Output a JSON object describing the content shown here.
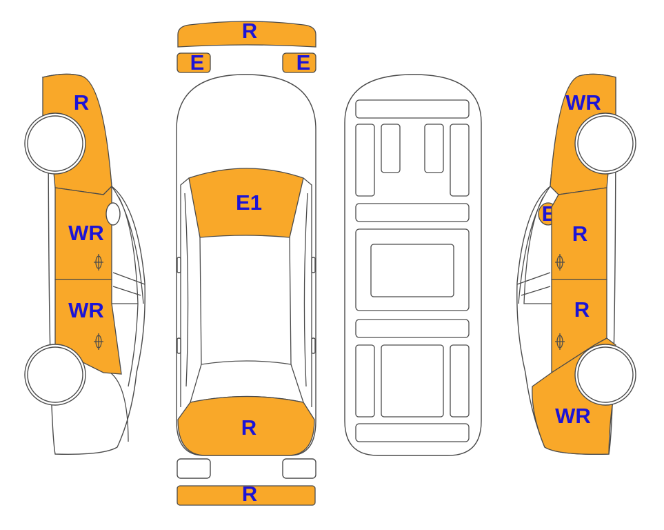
{
  "colors": {
    "damage_fill": "#F9A829",
    "label_text": "#1C14D6",
    "outline": "#4A4A4A",
    "background": "#FFFFFF"
  },
  "labels": {
    "front_bumper": "R",
    "left_headlight": "E",
    "right_headlight": "E",
    "hood": "E1",
    "trunk": "R",
    "rear_bumper": "R",
    "left_front_fender": "R",
    "left_front_door": "WR",
    "left_rear_door": "WR",
    "right_front_fender": "WR",
    "right_mirror": "E",
    "right_front_door": "R",
    "right_rear_door": "R",
    "right_rear_quarter": "WR"
  }
}
